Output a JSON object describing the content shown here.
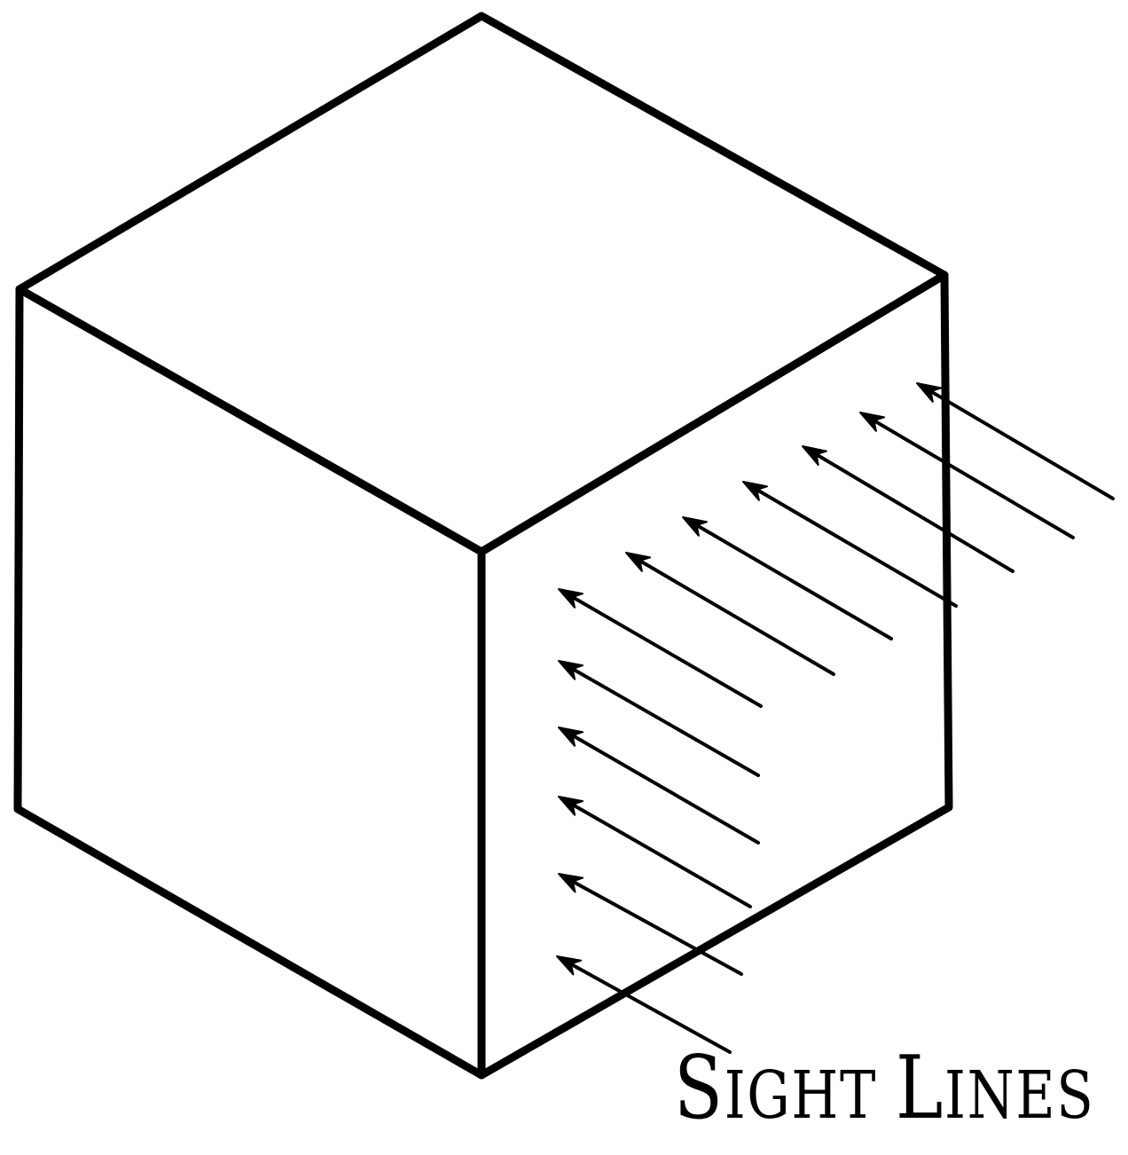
{
  "diagram": {
    "caption_parts": [
      {
        "text": "S",
        "size": "big"
      },
      {
        "text": "IGHT ",
        "size": "small"
      },
      {
        "text": "L",
        "size": "big"
      },
      {
        "text": "INES",
        "size": "small"
      }
    ]
  },
  "colors": {
    "ink": "#000000",
    "paper": "#ffffff"
  }
}
